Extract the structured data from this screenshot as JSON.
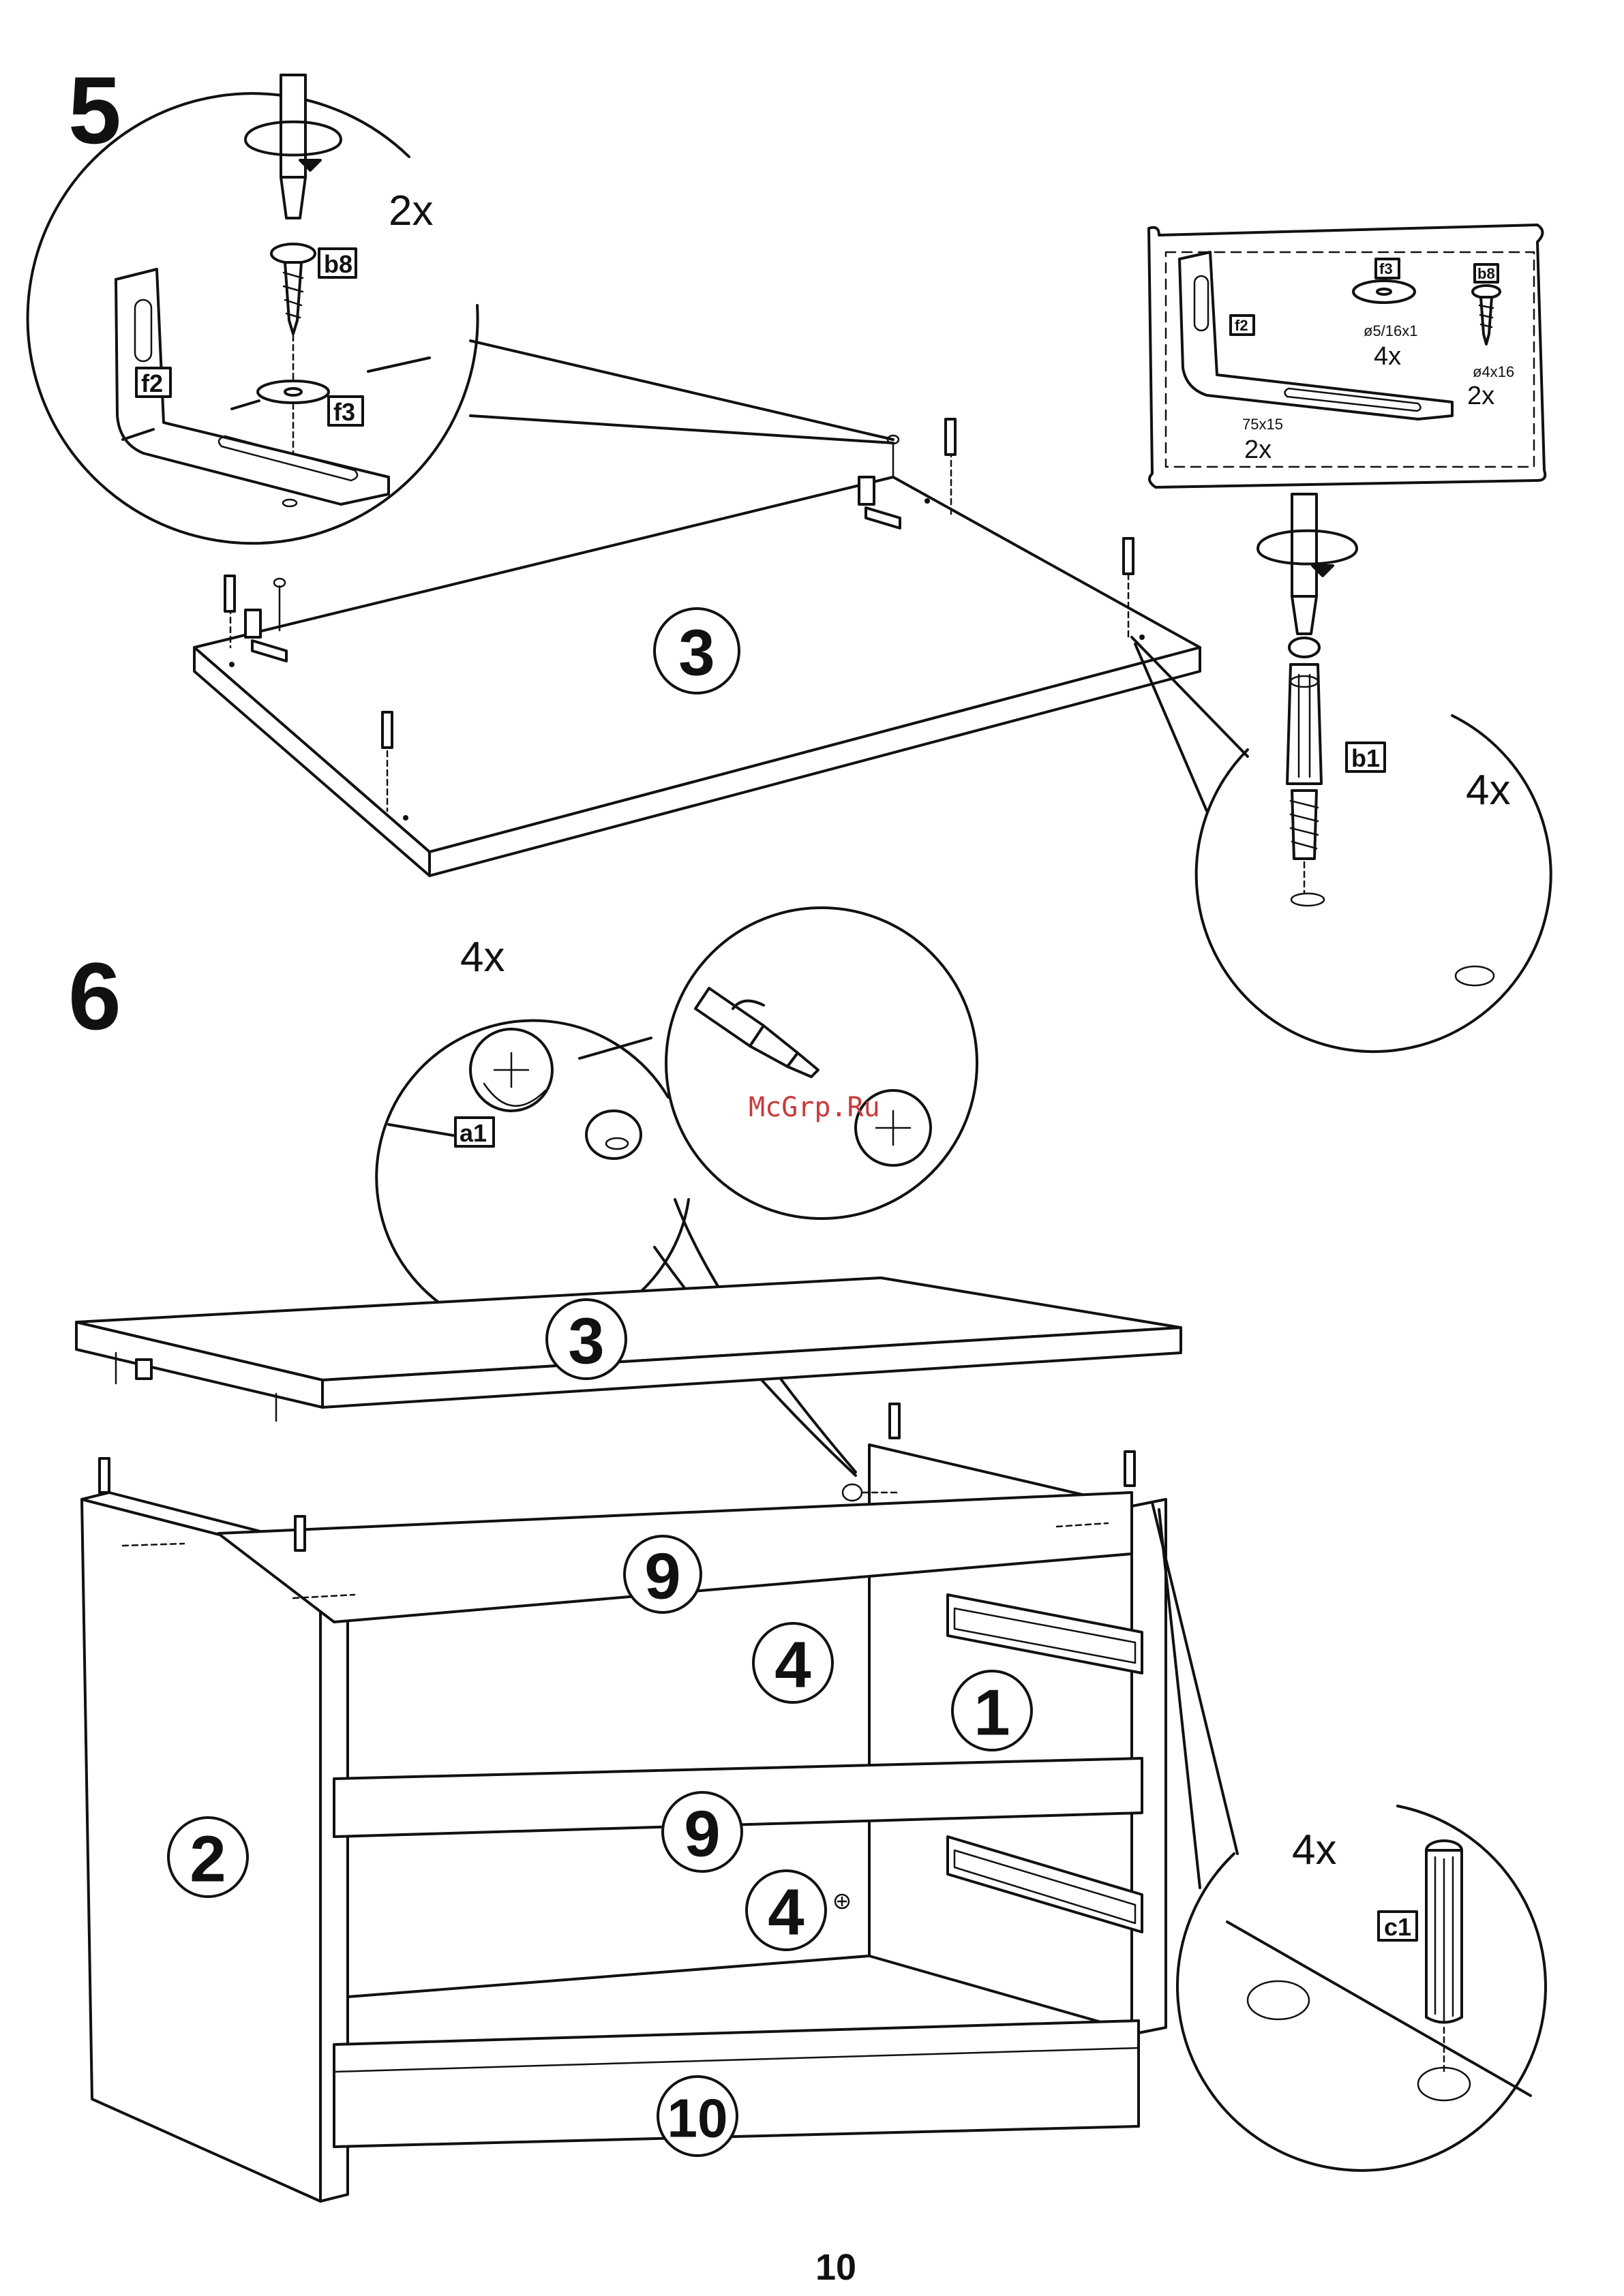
{
  "steps": [
    {
      "number": "5"
    },
    {
      "number": "6"
    }
  ],
  "quantities": {
    "step5_screw_detail": "2x",
    "step5_dowel_detail": "4x",
    "step6_cam_detail": "4x",
    "step6_pin_detail": "4x"
  },
  "part_tags": {
    "b8": "b8",
    "f2": "f2",
    "f3": "f3",
    "b1": "b1",
    "a1": "a1",
    "c1": "c1"
  },
  "parts_box": {
    "f2_label": "f2",
    "f3_label": "f3",
    "b8_label": "b8",
    "f2_dim": "75x15",
    "f2_qty": "2x",
    "f3_dim": "ø5/16x1",
    "f3_qty": "4x",
    "b8_dim": "ø4x16",
    "b8_qty": "2x"
  },
  "panel_numbers": {
    "top_step5": "3",
    "top_step6": "3",
    "rail_upper": "9",
    "back_upper": "4",
    "side_right": "1",
    "rail_middle": "9",
    "back_lower": "4",
    "side_left": "2",
    "plinth": "10"
  },
  "watermark": "McGrp.Ru",
  "page_number": "10"
}
